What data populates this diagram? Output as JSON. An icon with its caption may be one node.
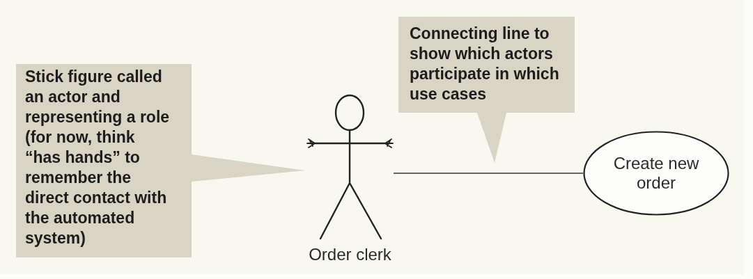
{
  "diagram": {
    "nodes": [
      {
        "text": [
          "Stick figure called an actor and representing a role (for now, think “has hands” to remember the direct contact with the automated system)"
        ]
      },
      {
        "text": [],
        "shape": "person",
        "beside": [
          "Order clerk"
        ]
      },
      {
        "text": [
          "Connecting line to show which actors participate in which use cases"
        ]
      },
      {
        "text": [
          "Create new order"
        ]
      }
    ],
    "edges": [
      {
        "from": 1,
        "to": 3,
        "arrow": "none"
      }
    ]
  }
}
